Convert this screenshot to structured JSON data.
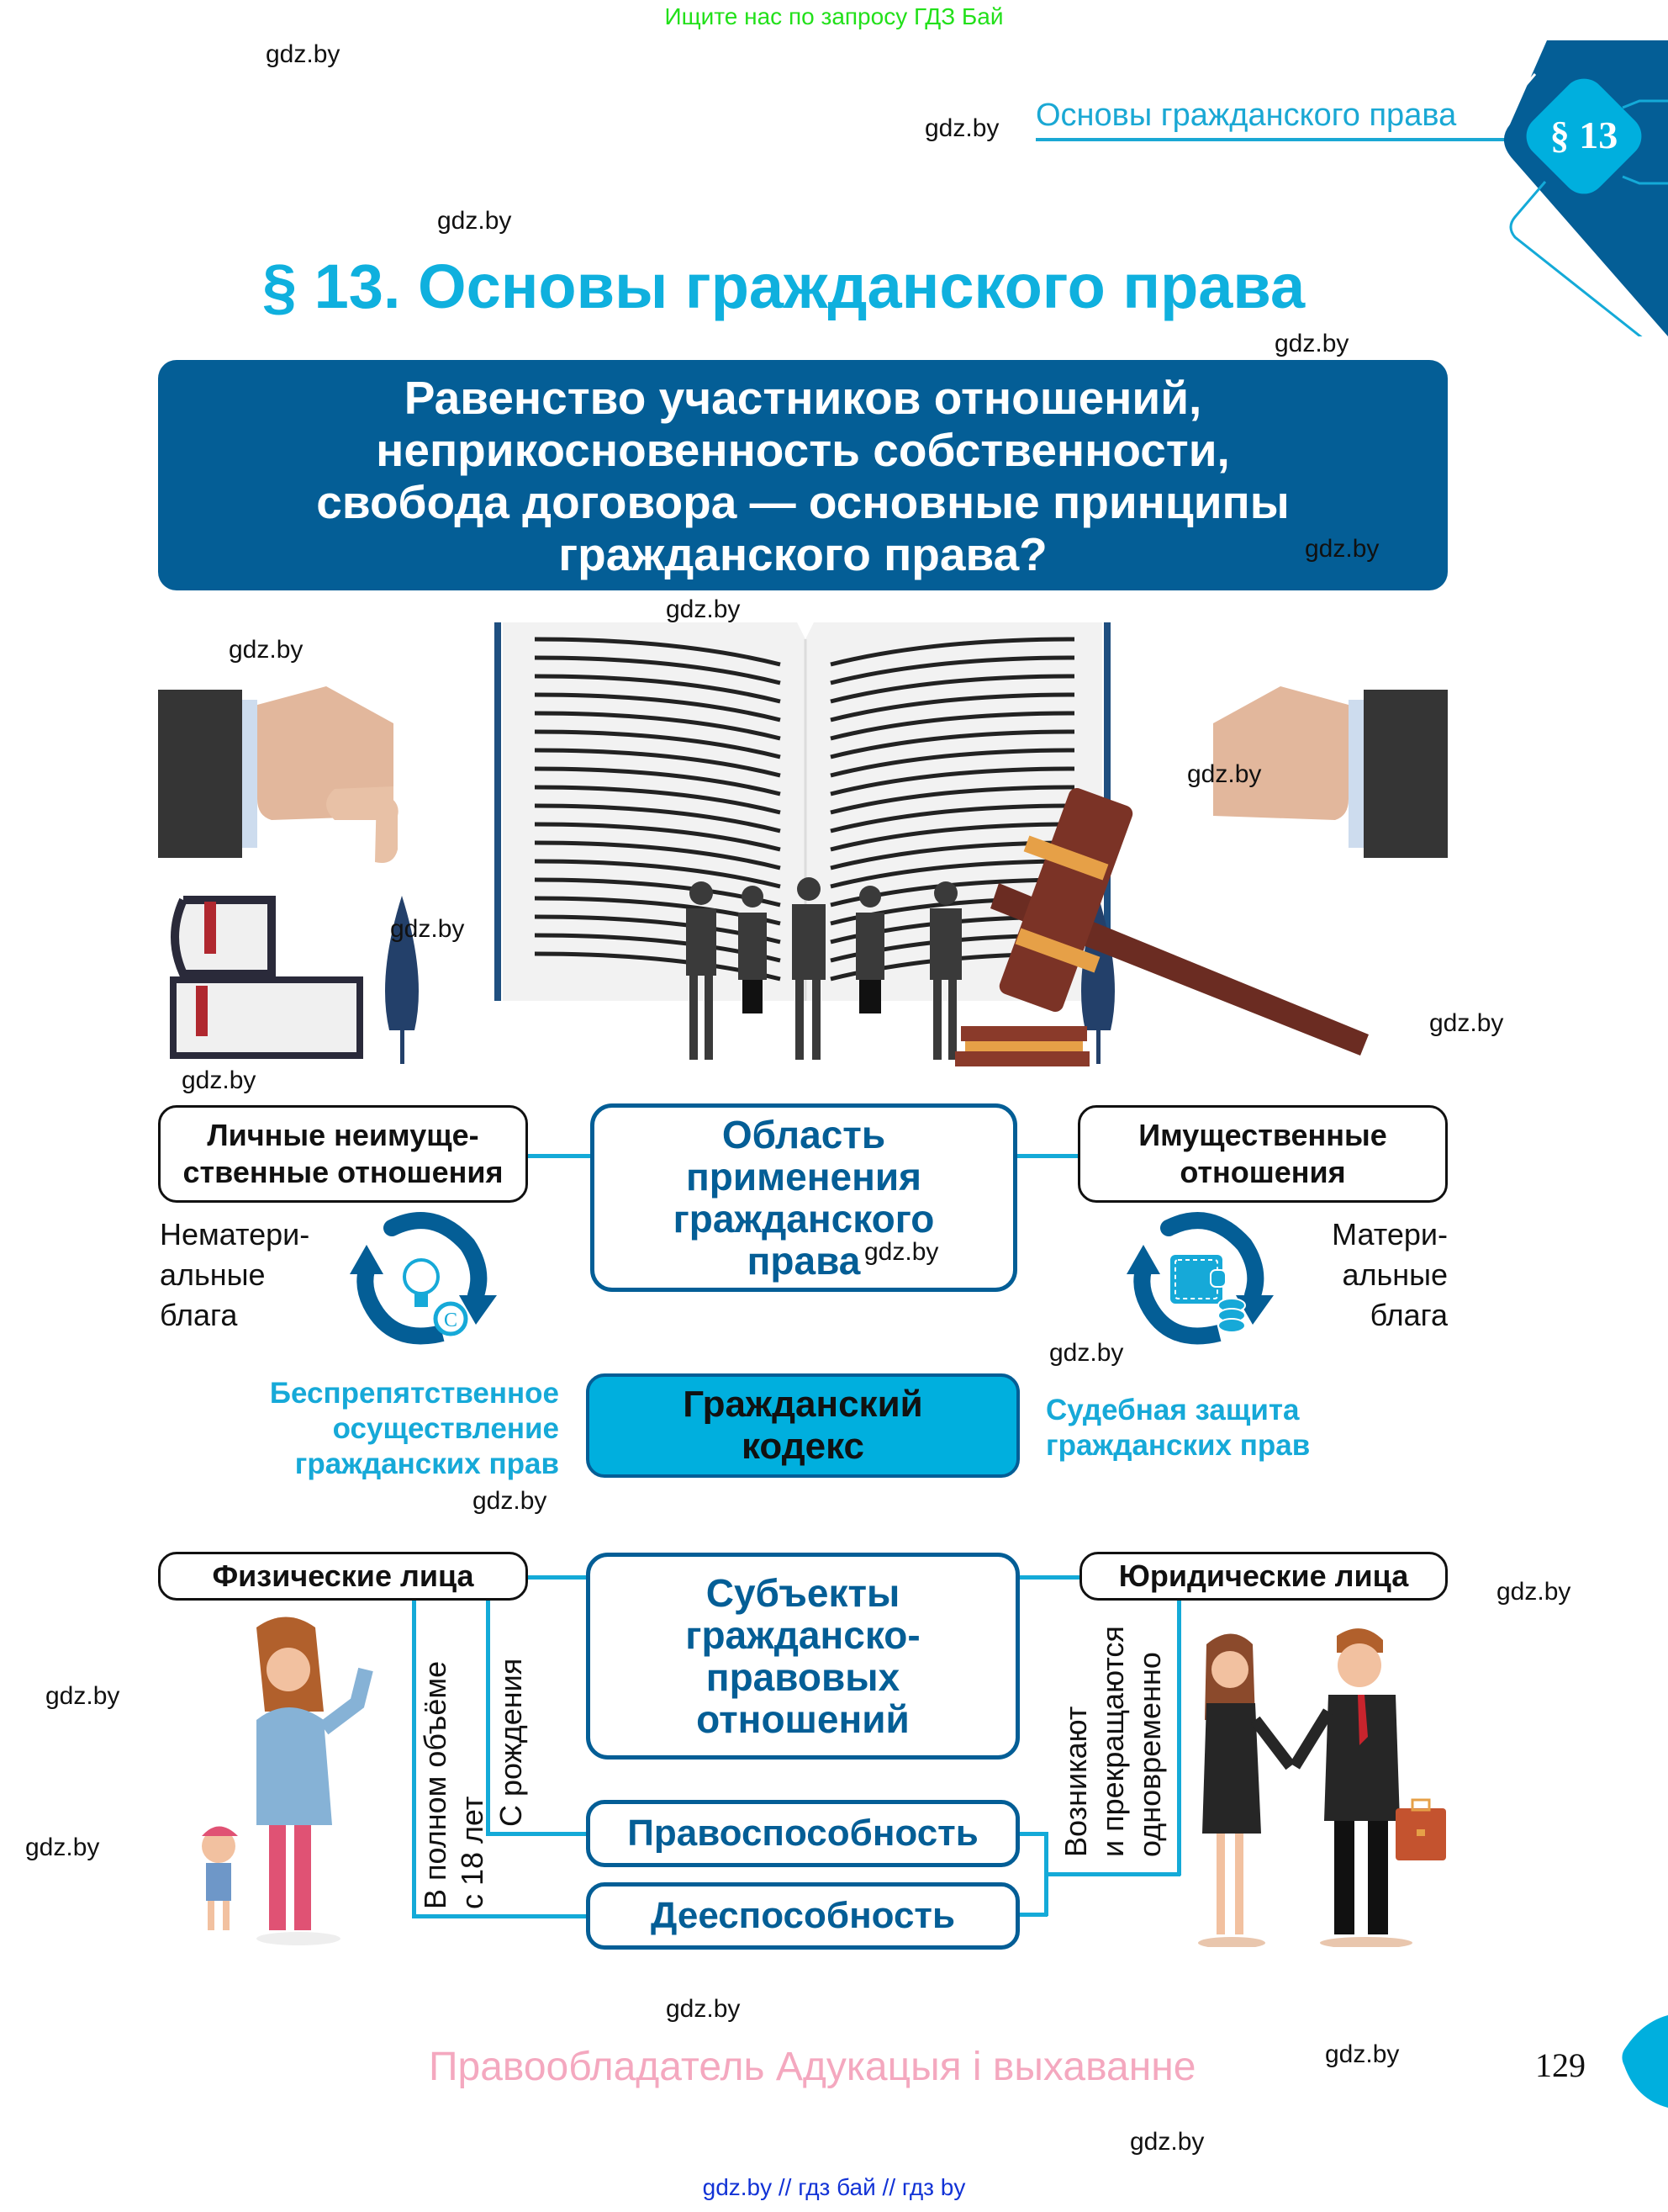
{
  "top_note": "Ищите нас по запросу ГДЗ Бай",
  "running_head": "Основы гражданского права",
  "section_badge": "§ 13",
  "page_title": "§ 13. Основы гражданского права",
  "banner": {
    "lines": [
      "Равенство участников отношений,",
      "неприкосновенность собственности,",
      "свобода договора — основные принципы",
      "гражданского права?"
    ]
  },
  "scope": {
    "center": [
      "Область",
      "применения",
      "гражданского",
      "права"
    ],
    "left_box": [
      "Личные неимуще-",
      "ственные отношения"
    ],
    "right_box": [
      "Имущественные",
      "отношения"
    ],
    "left_goods": [
      "Нематери-",
      "альные",
      "блага"
    ],
    "right_goods": [
      "Матери-",
      "альные",
      "блага"
    ],
    "left_icon": "lightbulb-copyright-cycle-icon",
    "right_icon": "wallet-coins-cycle-icon"
  },
  "code": {
    "center": [
      "Гражданский",
      "кодекс"
    ],
    "left": [
      "Беспрепятственное",
      "осуществление",
      "гражданских прав"
    ],
    "right": [
      "Судебная защита",
      "гражданских прав"
    ]
  },
  "subjects": {
    "center": [
      "Субъекты",
      "гражданско-",
      "правовых",
      "отношений"
    ],
    "natural_persons": "Физические лица",
    "legal_entities": "Юридические лица",
    "legal_capacity": "Правоспособность",
    "active_capacity": "Дееспособность",
    "from_birth": "С рождения",
    "full_from_18": [
      "В полном объёме",
      "с 18 лет"
    ],
    "simultaneous": [
      "Возникают",
      "и прекращаются",
      "одновременно"
    ]
  },
  "footer": {
    "owner": "Правообладатель Адукацыя і выхаванне",
    "page_number": "129",
    "links": "gdz.by  //  гдз бай  //  гдз by"
  },
  "watermark": "gdz.by",
  "colors": {
    "dark_blue": "#045e96",
    "cyan": "#00afde",
    "line": "#14aad8",
    "owner_pink": "#f4a8bf"
  }
}
